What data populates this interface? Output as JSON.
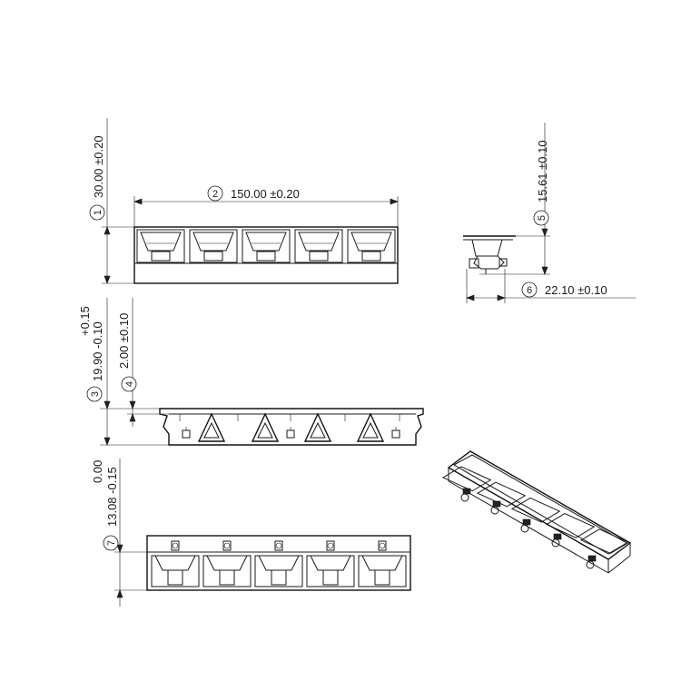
{
  "dimensions": [
    {
      "id": "1",
      "value": "30.00 ±0.20"
    },
    {
      "id": "2",
      "value": "150.00 ±0.20"
    },
    {
      "id": "3",
      "value": "19.90 -0.10",
      "upper": "+0.15"
    },
    {
      "id": "4",
      "value": "2.00 ±0.10"
    },
    {
      "id": "5",
      "value": "15.61 ±0.10"
    },
    {
      "id": "6",
      "value": "22.10 ±0.10"
    },
    {
      "id": "7",
      "value": "13.08 -0.15",
      "upper": "0.00"
    }
  ]
}
